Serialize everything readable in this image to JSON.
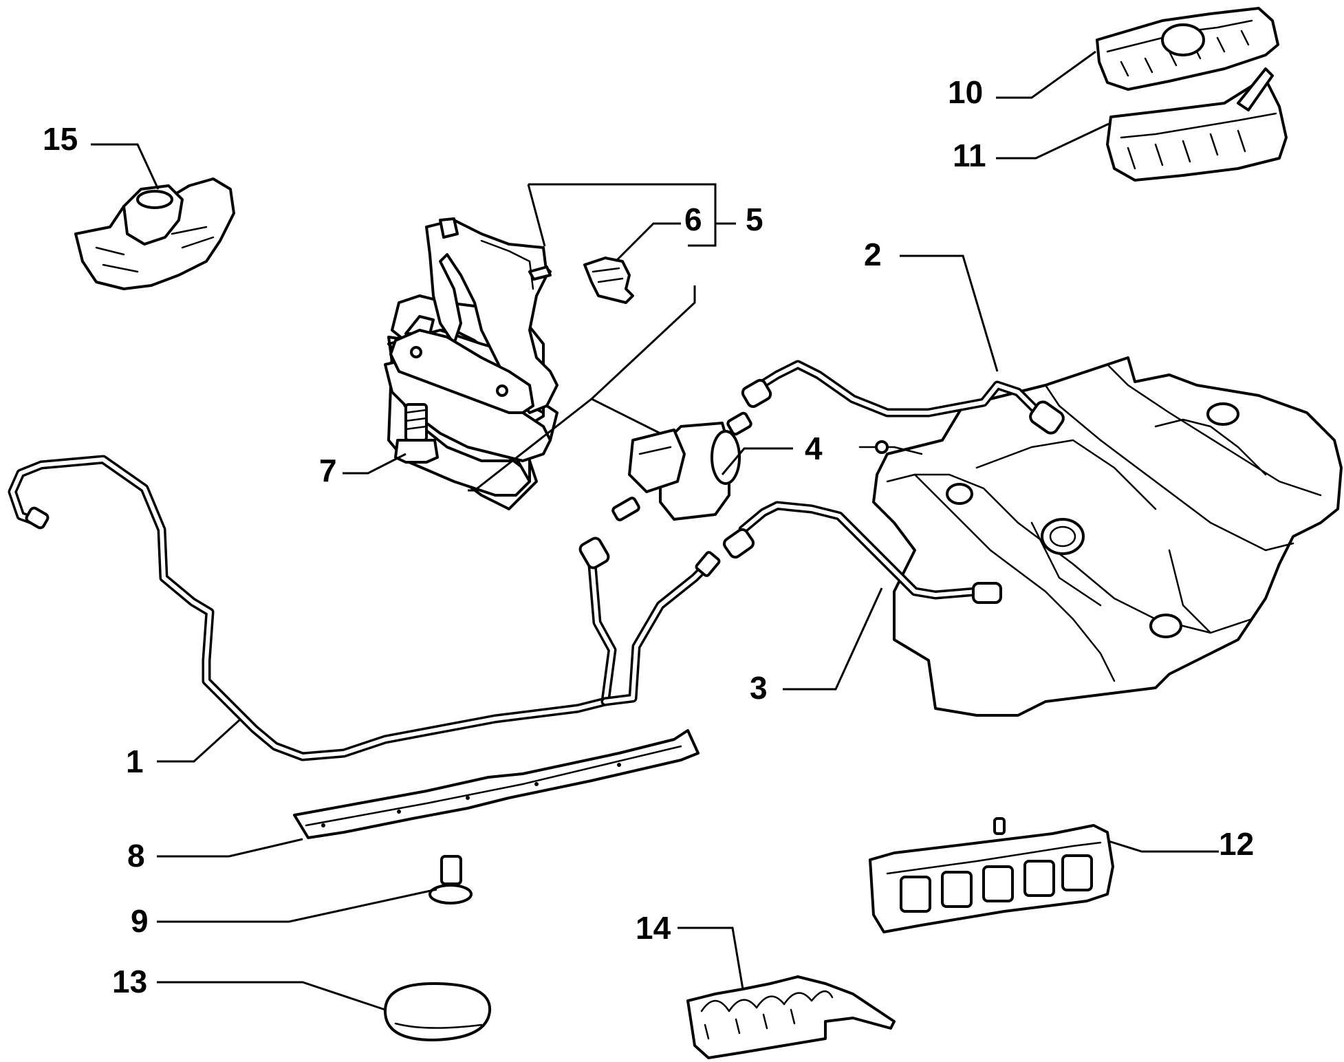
{
  "callouts": [
    {
      "id": "c1",
      "label": "1"
    },
    {
      "id": "c2",
      "label": "2"
    },
    {
      "id": "c3",
      "label": "3"
    },
    {
      "id": "c4",
      "label": "4"
    },
    {
      "id": "c5",
      "label": "5"
    },
    {
      "id": "c6",
      "label": "6"
    },
    {
      "id": "c7",
      "label": "7"
    },
    {
      "id": "c8",
      "label": "8"
    },
    {
      "id": "c9",
      "label": "9"
    },
    {
      "id": "c10",
      "label": "10"
    },
    {
      "id": "c11",
      "label": "11"
    },
    {
      "id": "c12",
      "label": "12"
    },
    {
      "id": "c13",
      "label": "13"
    },
    {
      "id": "c14",
      "label": "14"
    },
    {
      "id": "c15",
      "label": "15"
    }
  ],
  "colors": {
    "ink": "#000000",
    "paper": "#ffffff"
  }
}
